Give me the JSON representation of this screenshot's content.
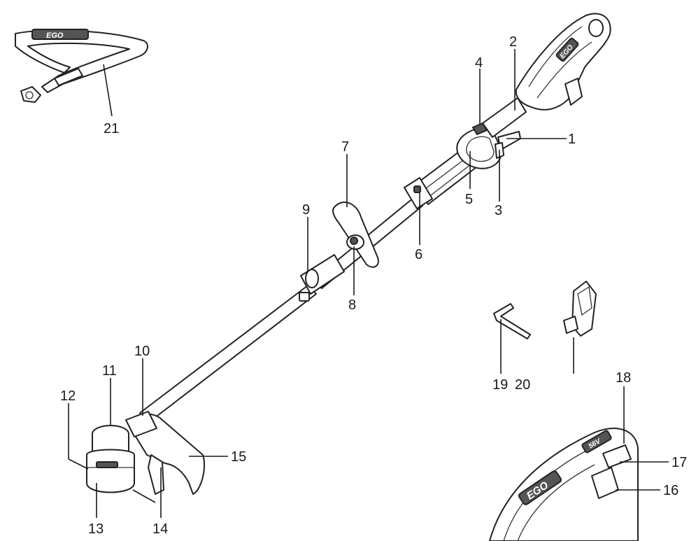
{
  "diagram": {
    "brand_logo": "EGO",
    "battery_badge": "56V",
    "callouts": [
      {
        "id": "1",
        "label": "1"
      },
      {
        "id": "2",
        "label": "2"
      },
      {
        "id": "3",
        "label": "3"
      },
      {
        "id": "4",
        "label": "4"
      },
      {
        "id": "5",
        "label": "5"
      },
      {
        "id": "6",
        "label": "6"
      },
      {
        "id": "7",
        "label": "7"
      },
      {
        "id": "8",
        "label": "8"
      },
      {
        "id": "9",
        "label": "9"
      },
      {
        "id": "10",
        "label": "10"
      },
      {
        "id": "11",
        "label": "11"
      },
      {
        "id": "12",
        "label": "12"
      },
      {
        "id": "13",
        "label": "13"
      },
      {
        "id": "14",
        "label": "14"
      },
      {
        "id": "15",
        "label": "15"
      },
      {
        "id": "16",
        "label": "16"
      },
      {
        "id": "17",
        "label": "17"
      },
      {
        "id": "18",
        "label": "18"
      },
      {
        "id": "19",
        "label": "19"
      },
      {
        "id": "20",
        "label": "20"
      },
      {
        "id": "21",
        "label": "21"
      }
    ]
  }
}
